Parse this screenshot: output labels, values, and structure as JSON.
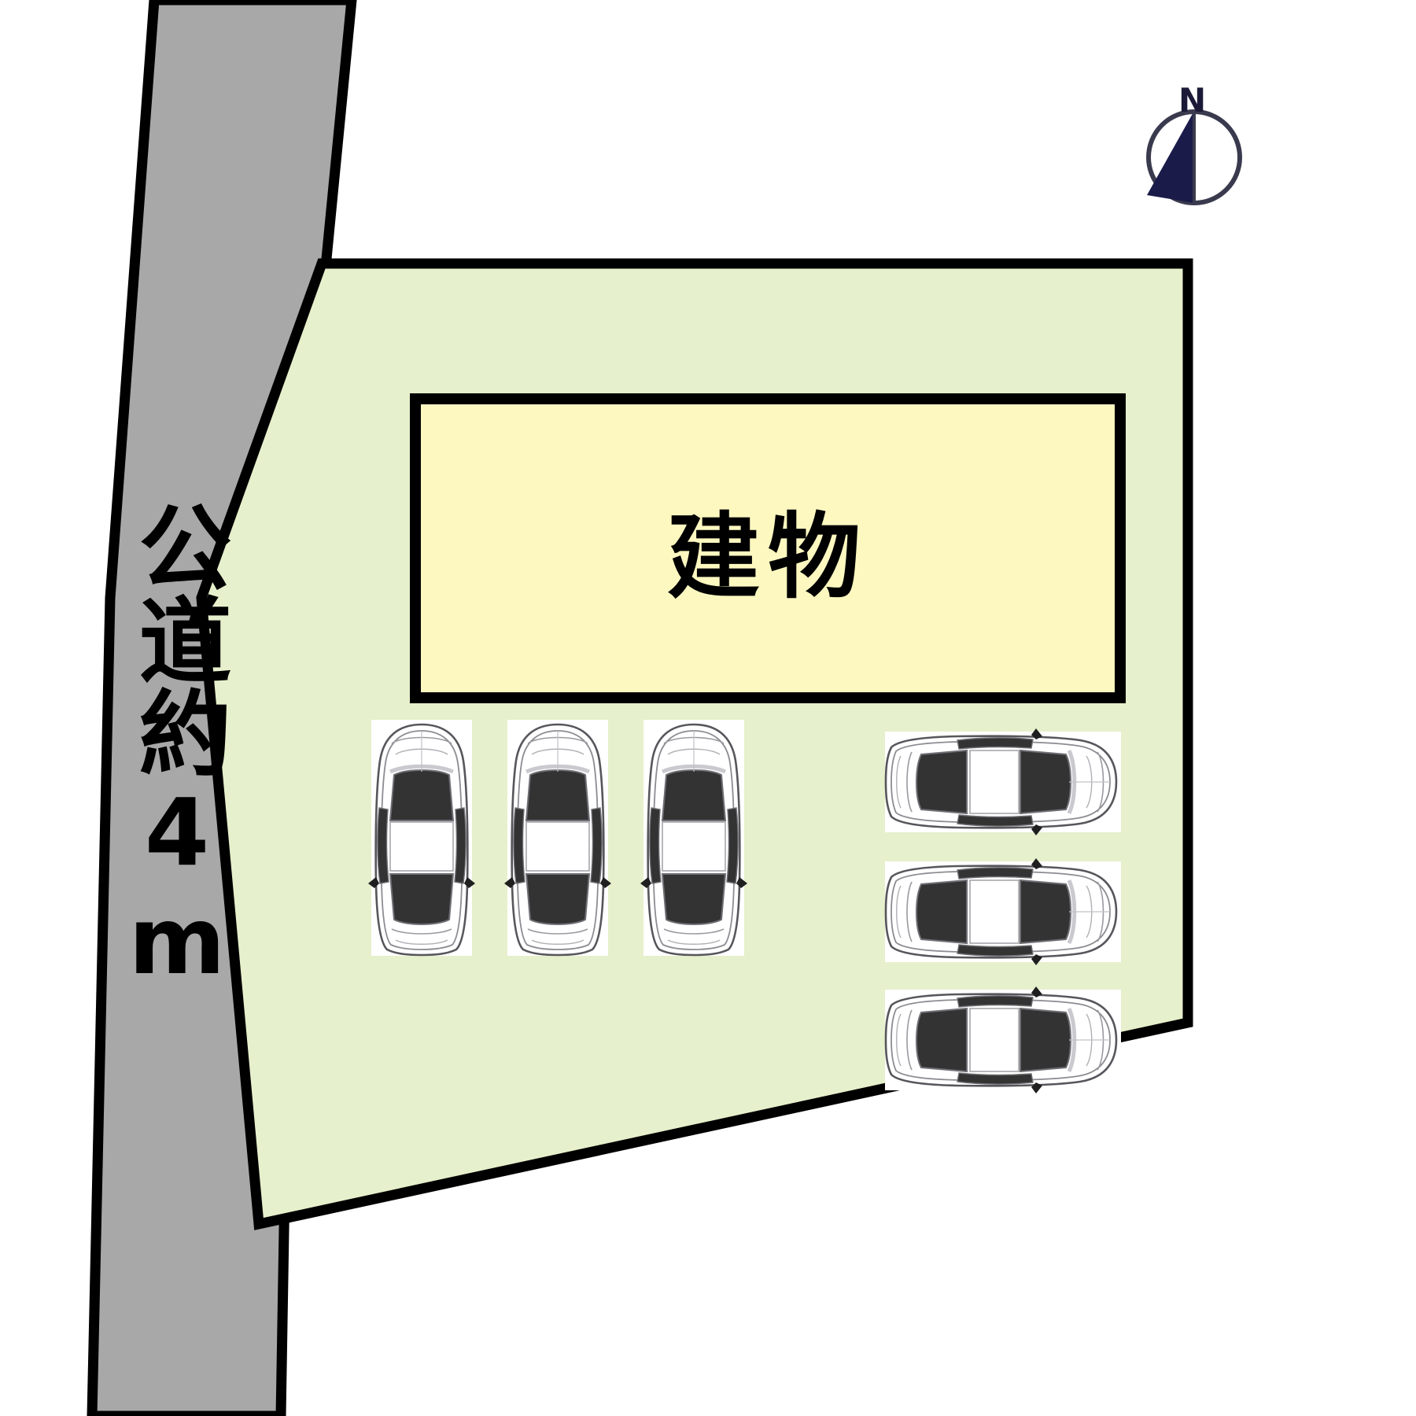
{
  "diagram": {
    "type": "site-plan",
    "title_text": "",
    "colors": {
      "road_fill": "#a8a8a8",
      "parcel_fill": "#e6f0cc",
      "building_fill": "#fdf8c0",
      "outline": "#000000",
      "compass_fill": "#1b1b4a",
      "car_body": "#ffffff",
      "car_glass": "#333333",
      "car_backdrop": "#ffffff"
    },
    "road": {
      "label": "公道約4m",
      "label_characters": [
        "公",
        "道",
        "約",
        "4",
        "m"
      ],
      "orientation": "vertical",
      "description": "public road approx 4m wide"
    },
    "parcel": {
      "name": "lot",
      "fill": "#e6f0cc"
    },
    "building": {
      "label": "建物",
      "fill": "#fdf8c0"
    },
    "compass": {
      "label": "N",
      "direction": "north-up"
    },
    "parking": {
      "left_bay": {
        "orientation": "vertical",
        "count": 3,
        "facing": "up"
      },
      "right_bay": {
        "orientation": "horizontal",
        "count": 3,
        "facing": "left"
      },
      "total_spaces": 6
    }
  }
}
